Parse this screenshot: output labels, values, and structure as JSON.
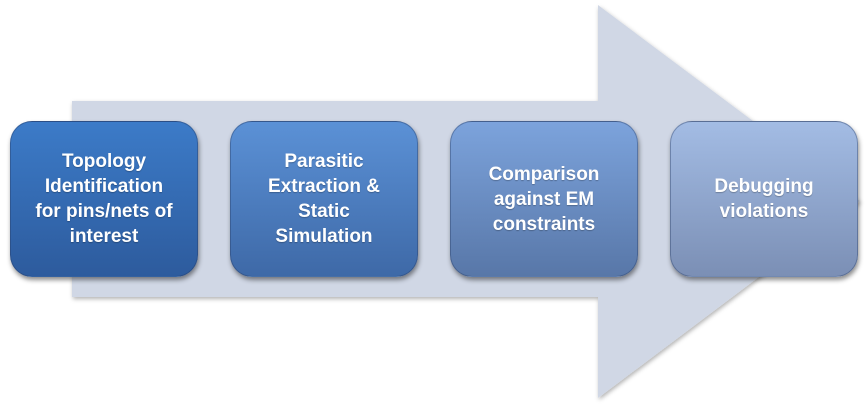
{
  "colors": {
    "arrow": "#d0d7e5",
    "step1": "#3c7bc8",
    "step2": "#5b91d6",
    "step3": "#7ca3dc",
    "step4": "#a3bce4"
  },
  "steps": [
    {
      "label": "Topology\nIdentification\nfor pins/nets of\ninterest"
    },
    {
      "label": "Parasitic\nExtraction &\nStatic\nSimulation"
    },
    {
      "label": "Comparison\nagainst EM\nconstraints"
    },
    {
      "label": "Debugging\nviolations"
    }
  ]
}
